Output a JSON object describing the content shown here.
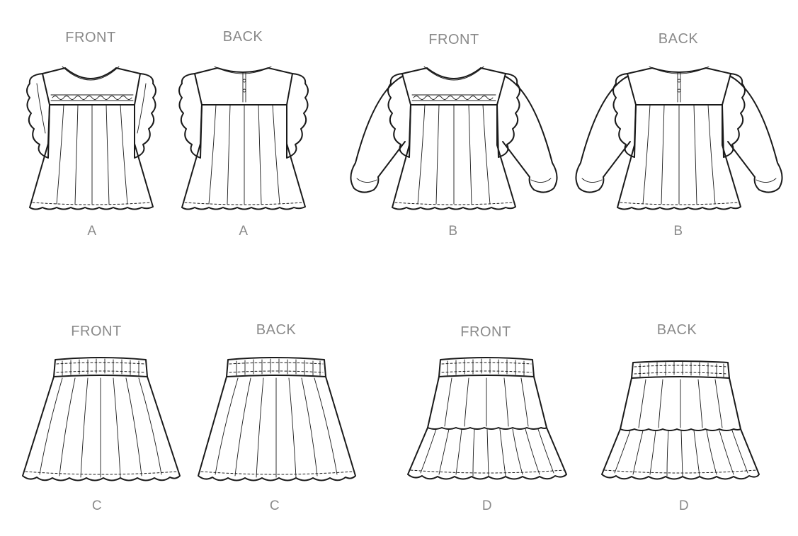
{
  "views": [
    {
      "id": "a-front",
      "view": "FRONT",
      "letter": "A"
    },
    {
      "id": "a-back",
      "view": "BACK",
      "letter": "A"
    },
    {
      "id": "b-front",
      "view": "FRONT",
      "letter": "B"
    },
    {
      "id": "b-back",
      "view": "BACK",
      "letter": "B"
    },
    {
      "id": "c-front",
      "view": "FRONT",
      "letter": "C"
    },
    {
      "id": "c-back",
      "view": "BACK",
      "letter": "C"
    },
    {
      "id": "d-front",
      "view": "FRONT",
      "letter": "D"
    },
    {
      "id": "d-back",
      "view": "BACK",
      "letter": "D"
    }
  ],
  "colors": {
    "line": "#1a1a1a",
    "label": "#8a8a8a",
    "background": "#ffffff"
  }
}
